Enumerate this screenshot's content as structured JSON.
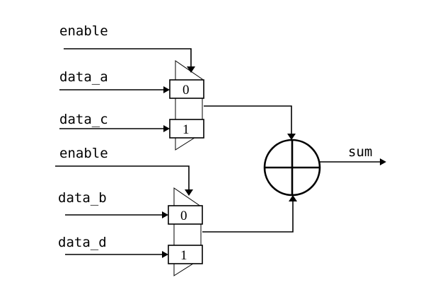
{
  "labels": {
    "enable_top": "enable",
    "data_a": "data_a",
    "data_c": "data_c",
    "enable_bottom": "enable",
    "data_b": "data_b",
    "data_d": "data_d",
    "sum": "sum"
  },
  "mux_top": {
    "port_0": "0",
    "port_1": "1"
  },
  "mux_bottom": {
    "port_0": "0",
    "port_1": "1"
  },
  "colors": {
    "line": "#000000",
    "background": "#ffffff"
  }
}
